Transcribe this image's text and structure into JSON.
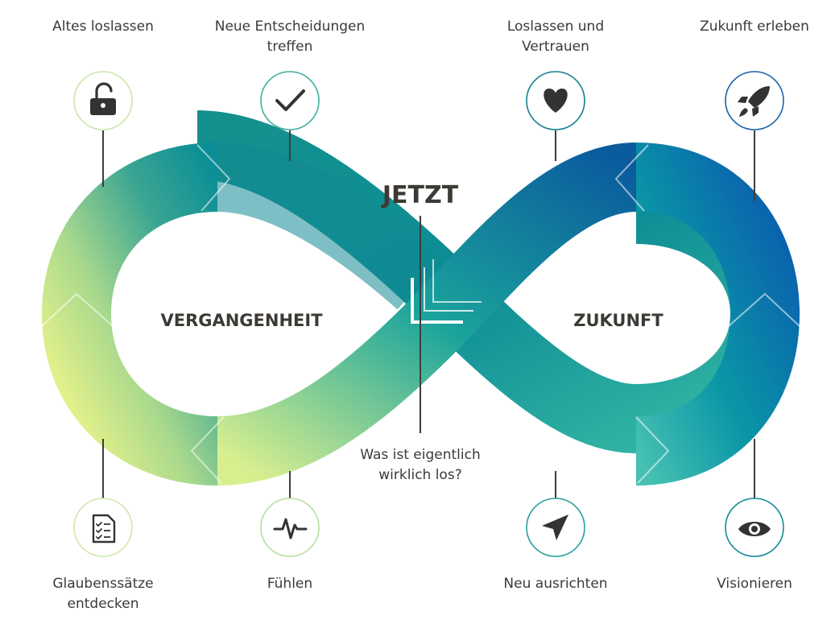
{
  "center": {
    "title": "JETZT",
    "question_line1": "Was ist eigentlich",
    "question_line2": "wirklich los?"
  },
  "loops": {
    "left_label": "VERGANGENHEIT",
    "right_label": "ZUKUNFT"
  },
  "nodes": {
    "top_1": {
      "line1": "Altes loslassen",
      "line2": "",
      "icon": "unlock-icon"
    },
    "top_2": {
      "line1": "Neue Entscheidungen",
      "line2": "treffen",
      "icon": "check-icon"
    },
    "top_3": {
      "line1": "Loslassen und",
      "line2": "Vertrauen",
      "icon": "heart-icon"
    },
    "top_4": {
      "line1": "Zukunft erleben",
      "line2": "",
      "icon": "rocket-icon"
    },
    "bottom_1": {
      "line1": "Glaubenssätze",
      "line2": "entdecken",
      "icon": "checklist-icon"
    },
    "bottom_2": {
      "line1": "Fühlen",
      "line2": "",
      "icon": "pulse-icon"
    },
    "bottom_3": {
      "line1": "Neu ausrichten",
      "line2": "",
      "icon": "navigation-arrow-icon"
    },
    "bottom_4": {
      "line1": "Visionieren",
      "line2": "",
      "icon": "eye-icon"
    }
  },
  "colors": {
    "green_light": "#e8f48c",
    "green": "#77c48f",
    "teal": "#0a9ea0",
    "teal_dark": "#0d7f86",
    "blue": "#0b63b8",
    "blue_dark": "#0b4f8a",
    "ring_green": "#bfe3a3",
    "ring_teal": "#18a79d",
    "ring_blue": "#1a6fa8"
  }
}
